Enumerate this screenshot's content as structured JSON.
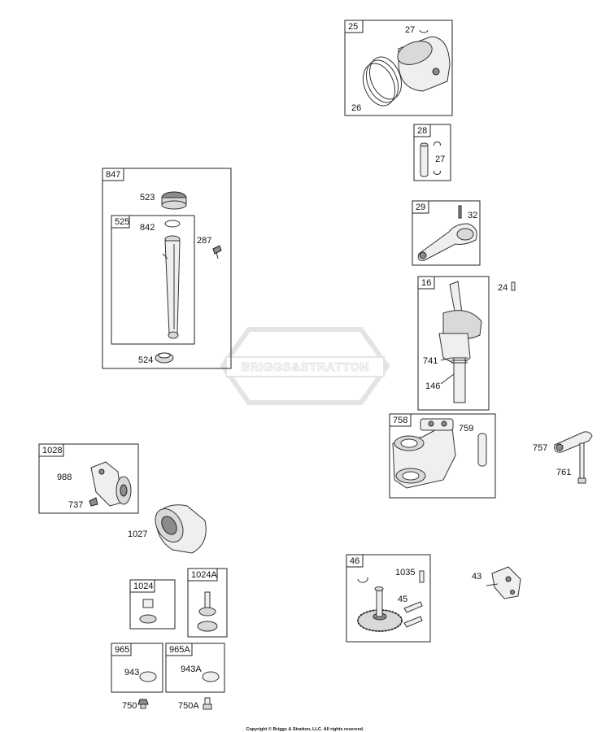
{
  "watermark": {
    "text": "BRIGGS&STRATTON"
  },
  "copyright": "Copyright © Briggs & Stratton, LLC. All rights reserved.",
  "groups": {
    "g25": "25",
    "g28": "28",
    "g29": "29",
    "g16": "16",
    "g758": "758",
    "g847": "847",
    "g525": "525",
    "g1028": "1028",
    "g46": "46",
    "g1024": "1024",
    "g1024A": "1024A",
    "g965": "965",
    "g965A": "965A"
  },
  "parts": {
    "p27a": "27",
    "p26": "26",
    "p27b": "27",
    "p32": "32",
    "p24": "24",
    "p741": "741",
    "p146": "146",
    "p759": "759",
    "p757": "757",
    "p761": "761",
    "p523": "523",
    "p842": "842",
    "p287": "287",
    "p524": "524",
    "p988": "988",
    "p737": "737",
    "p1027": "1027",
    "p1035": "1035",
    "p45": "45",
    "p43": "43",
    "p943": "943",
    "p943A": "943A",
    "p750": "750",
    "p750A": "750A"
  }
}
